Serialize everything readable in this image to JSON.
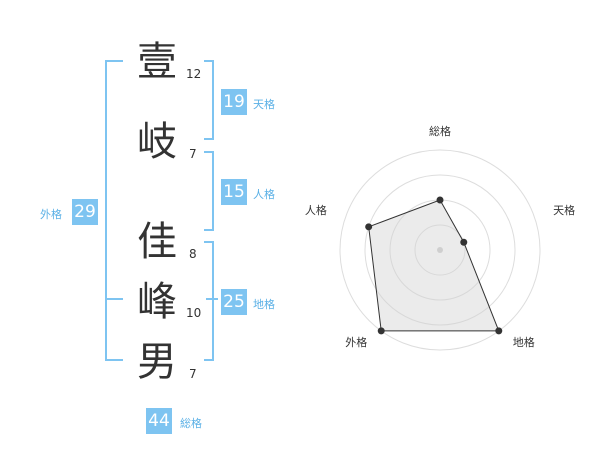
{
  "name_chars": [
    {
      "char": "壹",
      "strokes": "12"
    },
    {
      "char": "岐",
      "strokes": "7"
    },
    {
      "char": "佳",
      "strokes": "8"
    },
    {
      "char": "峰",
      "strokes": "10"
    },
    {
      "char": "男",
      "strokes": "7"
    }
  ],
  "kaku": {
    "tenkaku": {
      "value": "19",
      "label": "天格"
    },
    "jinkaku": {
      "value": "15",
      "label": "人格"
    },
    "chikaku": {
      "value": "25",
      "label": "地格"
    },
    "gaikaku": {
      "value": "29",
      "label": "外格"
    },
    "soukaku": {
      "value": "44",
      "label": "総格"
    }
  },
  "colors": {
    "accent": "#7ec4f1",
    "accent_text": "#5ab0e6"
  },
  "chart_data": {
    "type": "radar",
    "axes": [
      "総格",
      "天格",
      "地格",
      "外格",
      "人格"
    ],
    "values": [
      2,
      1,
      4,
      4,
      3
    ],
    "range": [
      0,
      4
    ],
    "grid": true
  }
}
